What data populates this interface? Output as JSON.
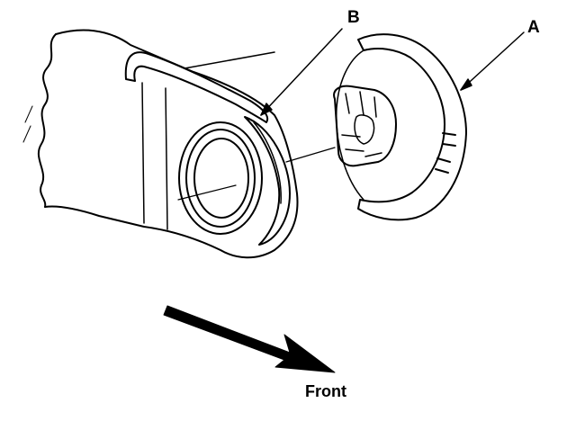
{
  "diagram": {
    "callouts": {
      "a": "A",
      "b": "B"
    },
    "direction_label": "Front",
    "colors": {
      "ink": "#000000",
      "paper": "#ffffff",
      "arrow": "#000000"
    }
  }
}
